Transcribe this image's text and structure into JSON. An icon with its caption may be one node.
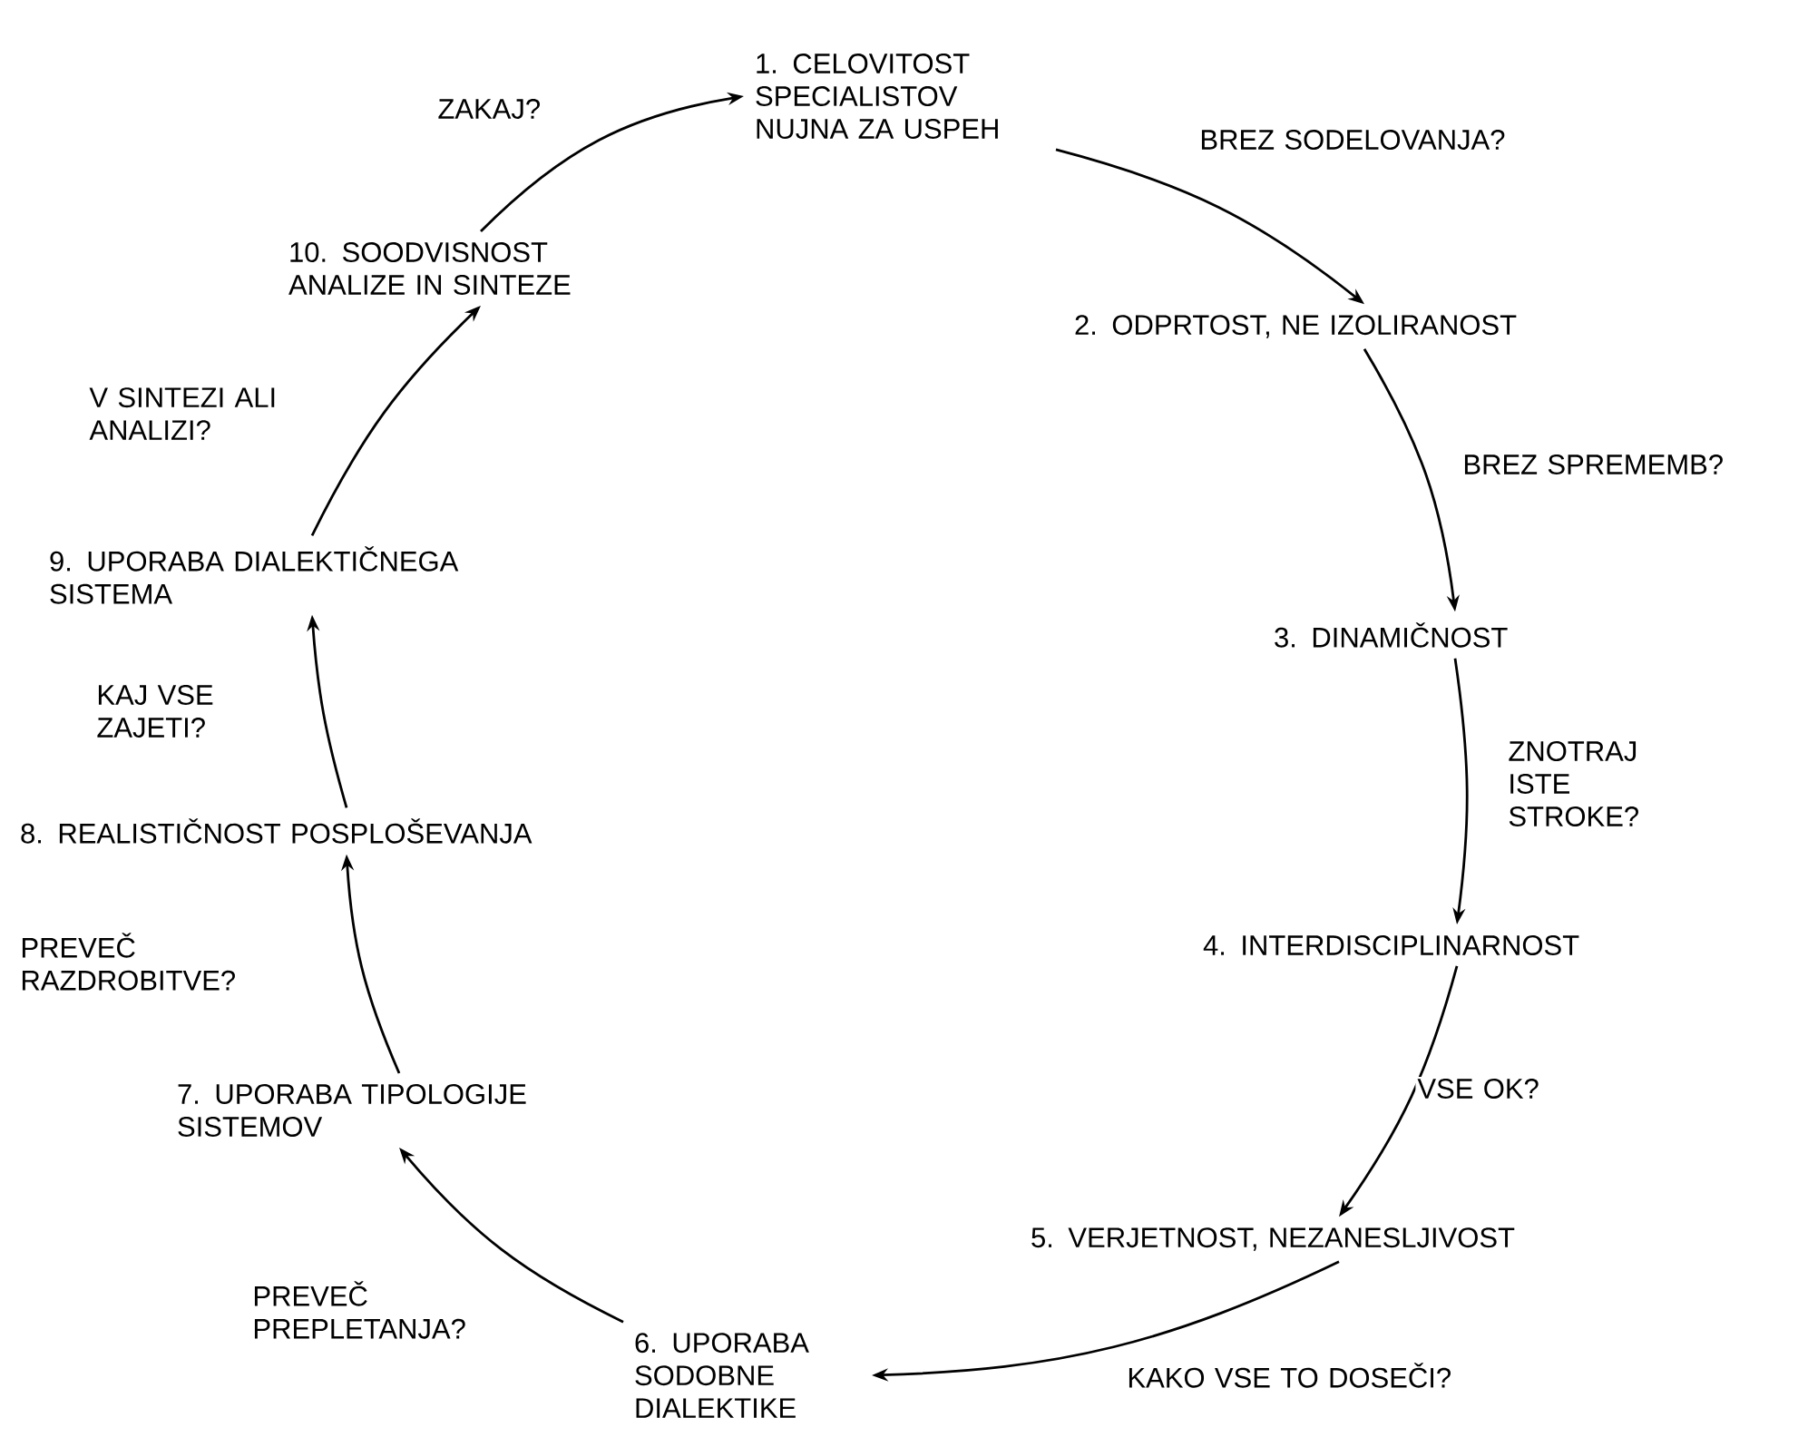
{
  "diagram": {
    "nodes": [
      {
        "text": [
          "1. CELOVITOST SPECIALISTOV NUJNA ZA USPEH"
        ]
      },
      {
        "text": [
          "2. ODPRTOST, NE IZOLIRANOST"
        ]
      },
      {
        "text": [
          "3. DINAMIČNOST"
        ]
      },
      {
        "text": [
          "4. INTERDISCIPLINARNOST"
        ]
      },
      {
        "text": [
          "5. VERJETNOST, NEZANESLJIVOST"
        ]
      },
      {
        "text": [
          "6. UPORABA SODOBNE DIALEKTIKE"
        ]
      },
      {
        "text": [
          "7. UPORABA TIPOLOGIJE SISTEMOV"
        ]
      },
      {
        "text": [
          "8. REALISTIČNOST POSPLOŠEVANJA"
        ]
      },
      {
        "text": [
          "9. UPORABA DIALEKTIČNEGA SISTEMA"
        ]
      },
      {
        "text": [
          "10. SOODVISNOST ANALIZE IN SINTEZE"
        ]
      }
    ],
    "edges": [
      {
        "from": 0,
        "to": 1,
        "arrow": "to",
        "label": "BREZ SODELOVANJA?"
      },
      {
        "from": 1,
        "to": 2,
        "arrow": "to",
        "label": "BREZ SPREMEMB?"
      },
      {
        "from": 2,
        "to": 3,
        "arrow": "to",
        "label": "ZNOTRAJ ISTE STROKE?"
      },
      {
        "from": 3,
        "to": 4,
        "arrow": "to",
        "label": "VSE OK?"
      },
      {
        "from": 4,
        "to": 5,
        "arrow": "to",
        "label": "KAKO VSE TO DOSEČI?"
      },
      {
        "from": 5,
        "to": 6,
        "arrow": "to",
        "label": "PREVEČ PREPLETANJA?"
      },
      {
        "from": 6,
        "to": 7,
        "arrow": "to",
        "label": "PREVEČ RAZDROBITVE?"
      },
      {
        "from": 7,
        "to": 8,
        "arrow": "to",
        "label": "KAJ VSE ZAJETI?"
      },
      {
        "from": 8,
        "to": 9,
        "arrow": "to",
        "label": "V SINTEZI ALI ANALIZI?"
      },
      {
        "from": 9,
        "to": 0,
        "arrow": "to",
        "label": "ZAKAJ?"
      }
    ]
  }
}
